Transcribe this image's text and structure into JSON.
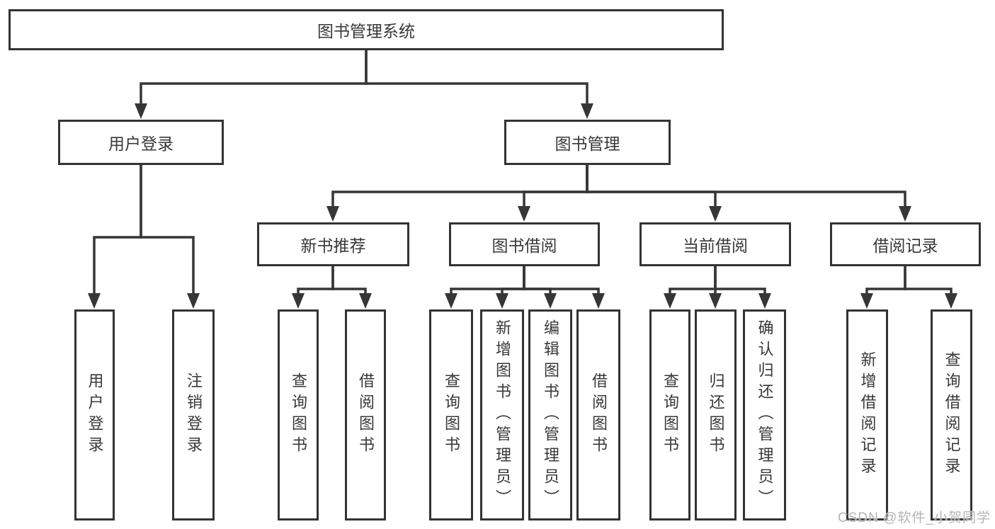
{
  "diagram": {
    "tree": {
      "label": "图书管理系统",
      "children": [
        {
          "label": "用户登录",
          "children": [
            {
              "label": "用户登录"
            },
            {
              "label": "注销登录"
            }
          ]
        },
        {
          "label": "图书管理",
          "children": [
            {
              "label": "新书推荐",
              "children": [
                {
                  "label": "查询图书"
                },
                {
                  "label": "借阅图书"
                }
              ]
            },
            {
              "label": "图书借阅",
              "children": [
                {
                  "label": "查询图书"
                },
                {
                  "label": "新增图书（管理员）"
                },
                {
                  "label": "编辑图书（管理员）"
                },
                {
                  "label": "借阅图书"
                }
              ]
            },
            {
              "label": "当前借阅",
              "children": [
                {
                  "label": "查询图书"
                },
                {
                  "label": "归还图书"
                },
                {
                  "label": "确认归还（管理员）"
                }
              ]
            },
            {
              "label": "借阅记录",
              "children": [
                {
                  "label": "新增借阅记录"
                },
                {
                  "label": "查询借阅记录"
                }
              ]
            }
          ]
        }
      ]
    },
    "colors": {
      "line": "#363636",
      "box_border": "#333333",
      "text": "#383838",
      "box_fill": "#ffffff",
      "watermark": "#b4b4b4"
    }
  },
  "watermark": {
    "text": "CSDN @软件_小贺同学"
  }
}
